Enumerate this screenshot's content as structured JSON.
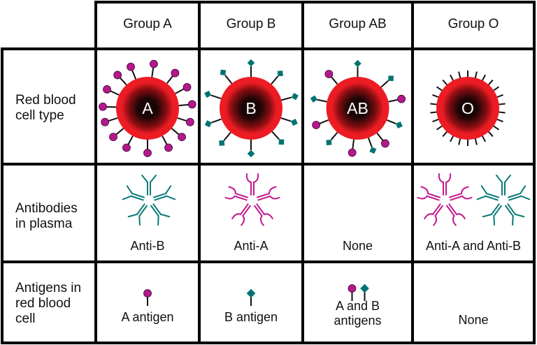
{
  "table": {
    "corner_label": "",
    "columns": [
      {
        "key": "A",
        "header": "Group A"
      },
      {
        "key": "B",
        "header": "Group B"
      },
      {
        "key": "AB",
        "header": "Group AB"
      },
      {
        "key": "O",
        "header": "Group O"
      }
    ],
    "rows": [
      {
        "key": "cell_type",
        "label": "Red blood\ncell type"
      },
      {
        "key": "antibodies",
        "label": "Antibodies\nin plasma"
      },
      {
        "key": "antigens",
        "label": "Antigens in\nred blood\ncell"
      }
    ]
  },
  "red_blood_cells": [
    {
      "group": "A",
      "letter": "A",
      "surface": "antigen-A",
      "antigen_angles": [
        -112,
        -82,
        -52,
        -28,
        -5,
        18,
        40,
        62,
        90,
        118,
        140,
        162,
        -178,
        -155,
        -132
      ]
    },
    {
      "group": "B",
      "letter": "B",
      "surface": "antigen-B",
      "antigen_angles": [
        -90,
        -50,
        -15,
        18,
        48,
        90,
        130,
        160,
        -162,
        -128
      ]
    },
    {
      "group": "AB",
      "letter": "AB",
      "surface": "mixed",
      "antigens": [
        {
          "type": "B",
          "angle": -90
        },
        {
          "type": "B",
          "angle": -42
        },
        {
          "type": "A",
          "angle": -12
        },
        {
          "type": "B",
          "angle": 22
        },
        {
          "type": "A",
          "angle": 52
        },
        {
          "type": "B",
          "angle": 70
        },
        {
          "type": "A",
          "angle": 97
        },
        {
          "type": "B",
          "angle": 130
        },
        {
          "type": "A",
          "angle": 158
        },
        {
          "type": "B",
          "angle": -168
        },
        {
          "type": "A",
          "angle": -130
        }
      ]
    },
    {
      "group": "O",
      "letter": "O",
      "surface": "bare-stubs",
      "stub_count": 26
    }
  ],
  "antibodies": [
    {
      "group": "A",
      "label": "Anti-B",
      "glyphs": [
        "anti-B"
      ]
    },
    {
      "group": "B",
      "label": "Anti-A",
      "glyphs": [
        "anti-A"
      ]
    },
    {
      "group": "AB",
      "label": "None",
      "glyphs": []
    },
    {
      "group": "O",
      "label": "Anti-A and Anti-B",
      "glyphs": [
        "anti-A",
        "anti-B"
      ]
    }
  ],
  "antigens": [
    {
      "group": "A",
      "label": "A antigen",
      "markers": [
        "A"
      ]
    },
    {
      "group": "B",
      "label": "B antigen",
      "markers": [
        "B"
      ]
    },
    {
      "group": "AB",
      "label": "A and B\nantigens",
      "markers": [
        "A",
        "B"
      ]
    },
    {
      "group": "O",
      "label": "None",
      "markers": []
    }
  ],
  "colors": {
    "grid": "#000000",
    "cell_red": "#ed1c24",
    "cell_center": "#1a0506",
    "antigen_A": "#b5178f",
    "antigen_B": "#007472",
    "antibody_A": "#c4188f",
    "antibody_B": "#0a7a78",
    "cell_letter": "#ffffff"
  }
}
